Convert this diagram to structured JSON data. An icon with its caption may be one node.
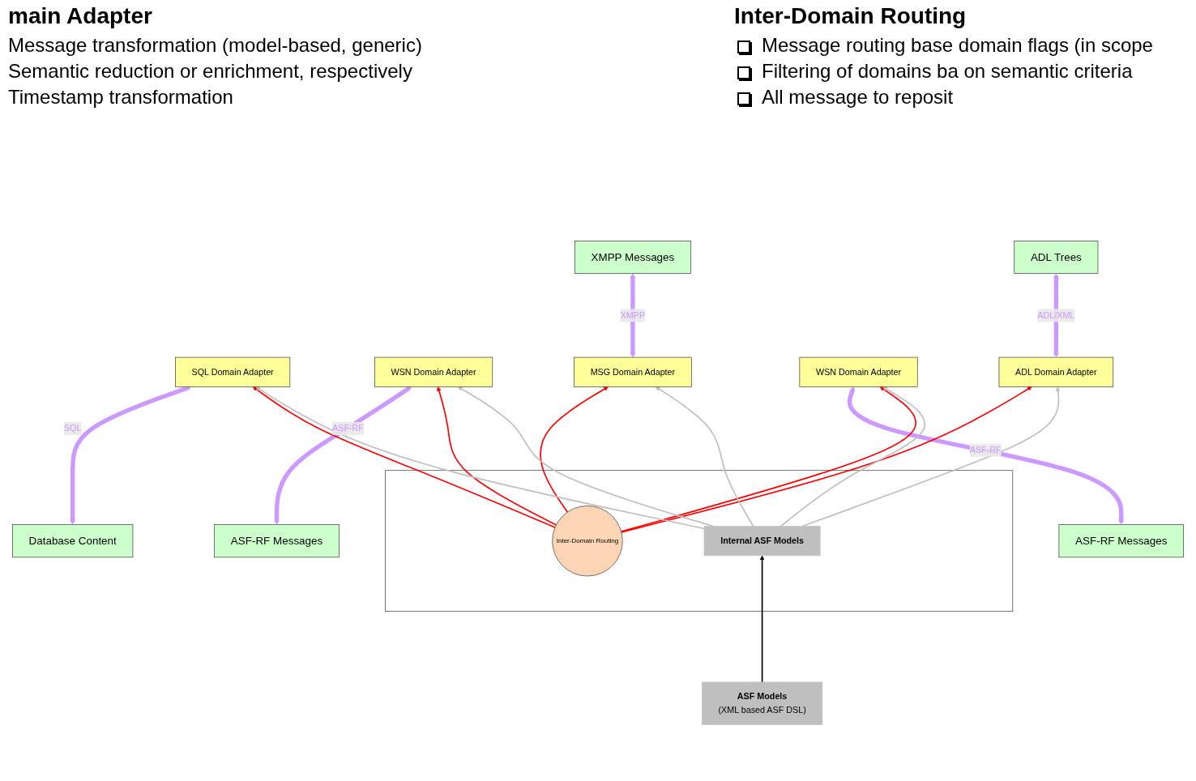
{
  "diagram": {
    "nodes": [
      {
        "text": [
          "Database Content"
        ]
      },
      {
        "text": [
          "SQL Domain Adapter"
        ]
      },
      {
        "text": [
          "ASF-RF Messages"
        ]
      },
      {
        "text": [
          "WSN Domain Adapter"
        ]
      },
      {
        "text": [],
        "shape": "box"
      },
      {
        "text": [
          "Inter-Domain Routing"
        ],
        "in": 4
      },
      {
        "text": [
          "MSG Domain Adapter"
        ]
      },
      {
        "text": [
          "XMPP Messages"
        ]
      },
      {
        "text": [
          "ASF-RF Messages"
        ]
      },
      {
        "text": [
          "WSN Domain Adapter"
        ]
      },
      {
        "text": [
          "ADL Domain Adapter"
        ]
      },
      {
        "text": [
          "ADL Trees"
        ]
      },
      {
        "text": [
          "Internal ASF Models"
        ],
        "in": 4
      },
      {
        "text": [
          "ASF Models",
          "(XML based ASF DSL)"
        ]
      }
    ],
    "edges": [
      {
        "from": 0,
        "to": 1,
        "arrow": "both",
        "label": "SQL",
        "style": "thick",
        "color": "#cc99ff"
      },
      {
        "from": 2,
        "to": 3,
        "arrow": "both",
        "label": "ASF-RF",
        "style": "thick",
        "color": "#cc99ff"
      },
      {
        "from": 6,
        "to": 7,
        "arrow": "both",
        "label": "XMPP",
        "style": "thick",
        "color": "#cc99ff"
      },
      {
        "from": 8,
        "to": 9,
        "arrow": "both",
        "label": "ASF-RF",
        "style": "thick",
        "color": "#cc99ff"
      },
      {
        "from": 10,
        "to": 11,
        "arrow": "both",
        "label": "ADL/XML",
        "style": "thick",
        "color": "#cc99ff"
      },
      {
        "from": 5,
        "to": 1,
        "arrow": "to",
        "color": "#ff0000"
      },
      {
        "from": 5,
        "to": 3,
        "arrow": "to",
        "color": "#ff0000"
      },
      {
        "from": 5,
        "to": 6,
        "arrow": "to",
        "color": "#ff0000"
      },
      {
        "from": 5,
        "to": 9,
        "arrow": "to",
        "color": "#ff0000"
      },
      {
        "from": 5,
        "to": 10,
        "arrow": "to",
        "color": "#ff0000"
      },
      {
        "from": 12,
        "to": 1,
        "arrow": "to",
        "color": "#bfbfbf"
      },
      {
        "from": 12,
        "to": 3,
        "arrow": "to",
        "color": "#bfbfbf"
      },
      {
        "from": 12,
        "to": 6,
        "arrow": "to",
        "color": "#bfbfbf"
      },
      {
        "from": 12,
        "to": 9,
        "arrow": "to",
        "color": "#bfbfbf"
      },
      {
        "from": 12,
        "to": 10,
        "arrow": "to",
        "color": "#bfbfbf"
      },
      {
        "from": 13,
        "to": 12,
        "arrow": "to",
        "color": "#000000"
      }
    ],
    "labels": [
      "main Adapter",
      "Message transformation (model-based, generic)",
      "Semantic reduction or enrichment, respectively",
      "Timestamp transformation",
      "Inter-Domain Routing",
      "Message routing base domain flags (in scope",
      "Filtering of domains ba on semantic criteria",
      "All message to reposit"
    ]
  }
}
